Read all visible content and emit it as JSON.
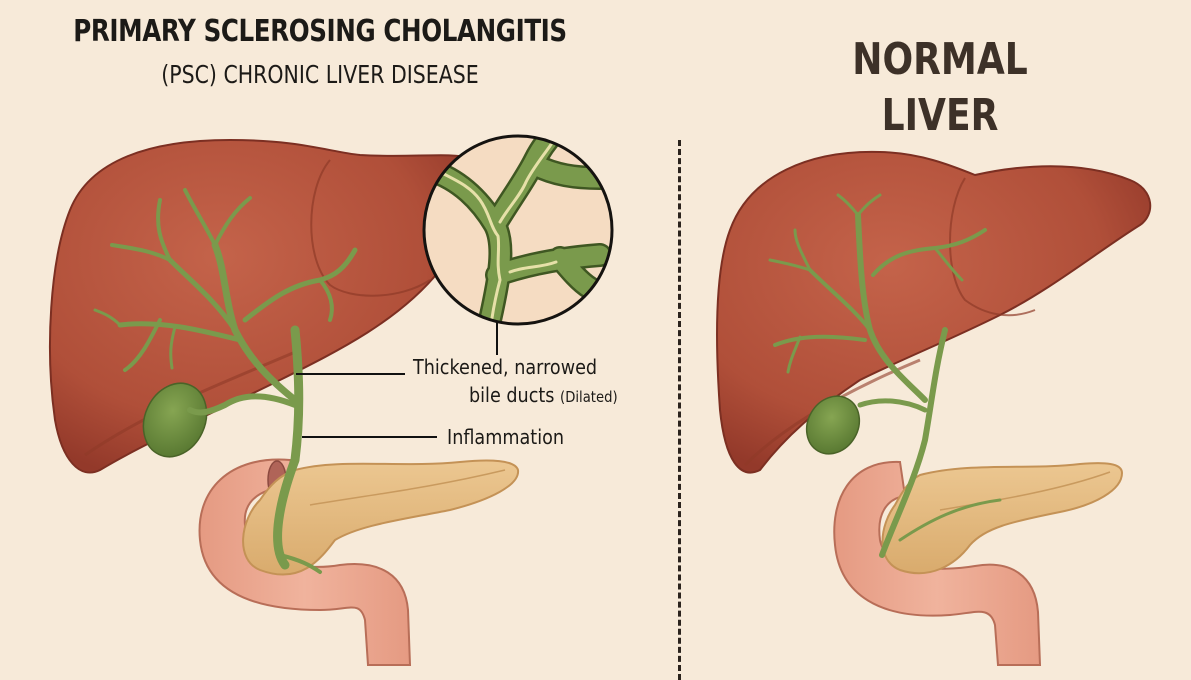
{
  "left_panel": {
    "title_line1": "PRIMARY SCLEROSING CHOLANGITIS",
    "title_line2": "(PSC) CHRONIC LIVER DISEASE",
    "labels": {
      "thickened": "Thickened, narrowed",
      "bile_ducts": "bile ducts",
      "dilated": "(Dilated)",
      "inflammation": "Inflammation"
    },
    "inset": "magnified-bile-duct-inset"
  },
  "right_panel": {
    "title_line1": "NORMAL",
    "title_line2": "LIVER"
  },
  "colors": {
    "background": "#f7ead9",
    "liver": "#b4533c",
    "liver_shadow": "#8f3a28",
    "bile_duct": "#7a9a4c",
    "gallbladder": "#6f8f3e",
    "pancreas": "#e6bf86",
    "duodenum": "#e9a48c",
    "text": "#1c1a17",
    "normal_title": "#3d3128",
    "inset_bg": "#f5dcc2"
  }
}
